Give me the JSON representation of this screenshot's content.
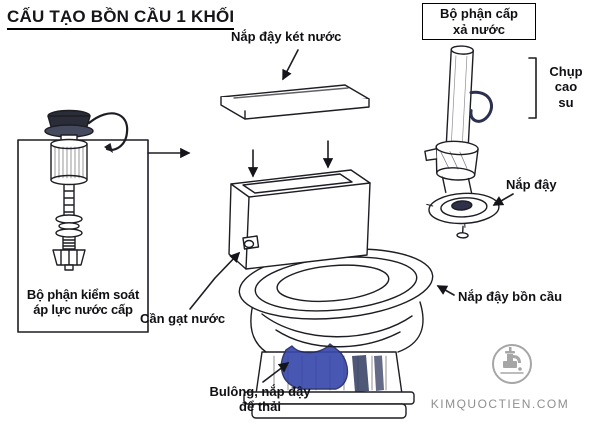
{
  "colors": {
    "ink": "#1d1d24",
    "trap_blue": "#3949ab",
    "shade_blue": "#3d4668",
    "logo_gray": "#a6a6a6",
    "watermark_gray": "#8f8f8f"
  },
  "title": "CẤU TẠO BỒN CẦU 1 KHỐI",
  "labels": {
    "tank_lid": "Nắp đậy két nước",
    "flush_assembly": {
      "line1": "Bộ phận cấp",
      "line2": "xả nước"
    },
    "rubber_cap": {
      "line1": "Chụp",
      "line2": "cao",
      "line3": "su"
    },
    "flapper_cap": "Nắp đậy",
    "toilet_seat_lid": "Nắp đậy bồn cầu",
    "fill_valve": {
      "line1": "Bộ phận kiểm soát",
      "line2": "áp lực nước cấp"
    },
    "flush_lever": "Cần gạt nước",
    "waste_bolts": {
      "line1": "Bulông, nắp đậy",
      "line2": "để thải"
    }
  },
  "watermark": "KIMQUOCTIEN.COM"
}
